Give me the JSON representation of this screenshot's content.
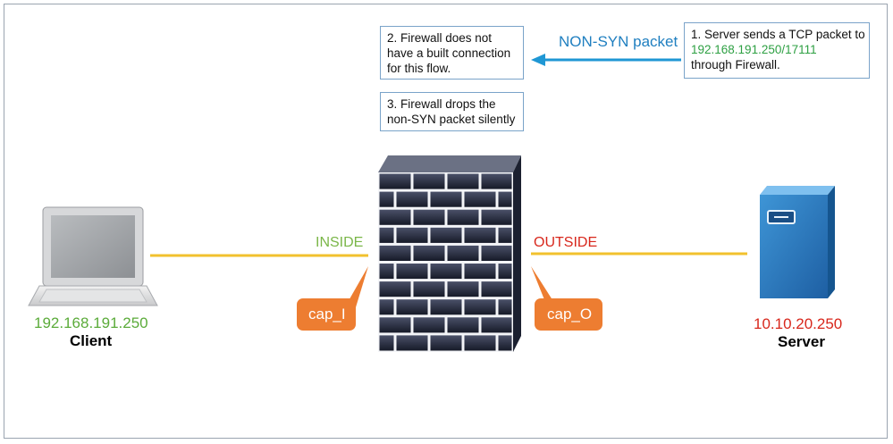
{
  "colors": {
    "link_line": "#f2c12e",
    "arrow": "#1f97d4",
    "inside": "#7ab648",
    "outside": "#d8271c",
    "client_ip": "#5bab3a",
    "server_ip": "#d8271c",
    "callout": "#ed7d31",
    "packet_label": "#1f7fc0"
  },
  "note_server": {
    "line1": "1. Server sends a TCP packet to",
    "ip": "192.168.191.250/17111",
    "line3": "through Firewall."
  },
  "note_firewall_state": {
    "line1": "2. Firewall does not",
    "line2": "have a built connection",
    "line3": "for this flow."
  },
  "note_firewall_drop": {
    "line1": "3. Firewall drops the",
    "line2": "non-SYN packet silently"
  },
  "packet_label": "NON-SYN packet",
  "inside_label": "INSIDE",
  "outside_label": "OUTSIDE",
  "capture_inside": "cap_I",
  "capture_outside": "cap_O",
  "client": {
    "ip": "192.168.191.250",
    "name": "Client",
    "icon": "laptop-icon"
  },
  "server": {
    "ip": "10.10.20.250",
    "name": "Server",
    "icon": "server-icon"
  },
  "firewall": {
    "icon": "firewall-icon"
  }
}
